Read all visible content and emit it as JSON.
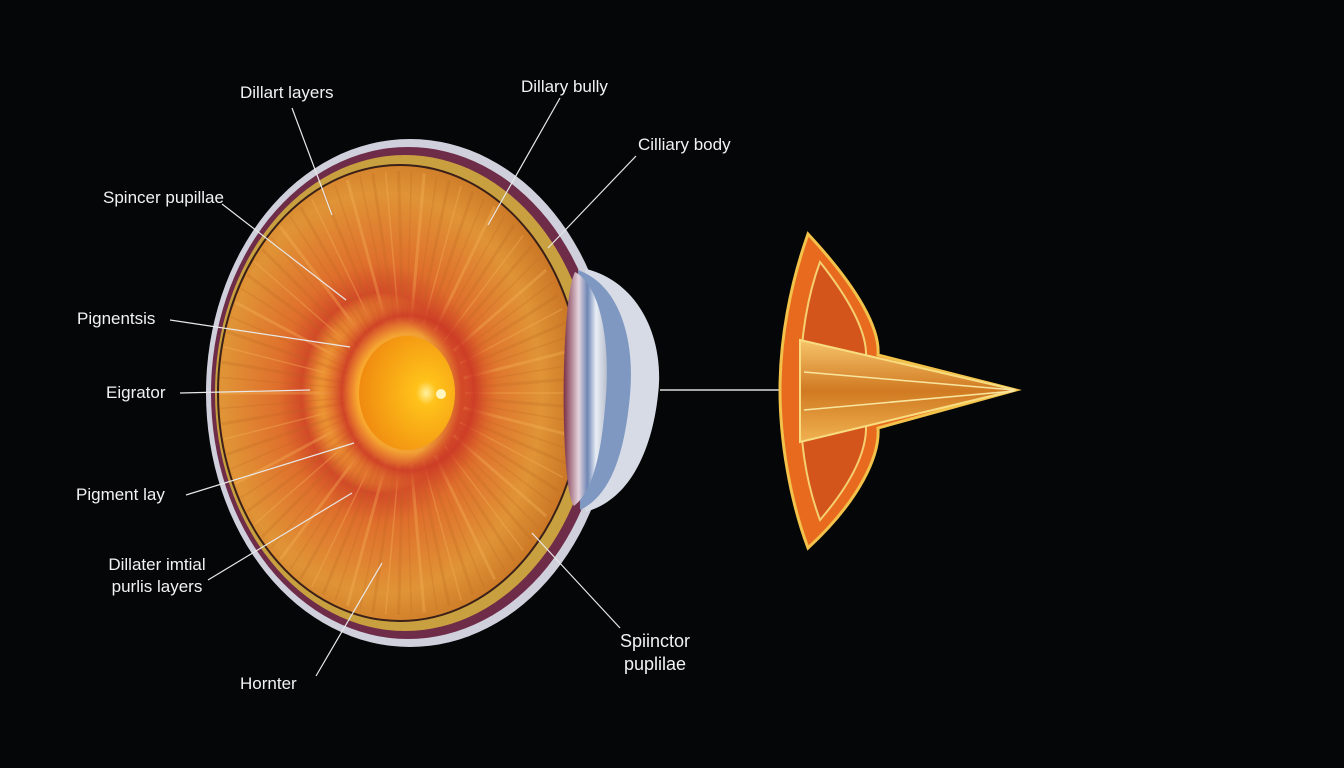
{
  "labels": {
    "dillart_layers": "Dillart layers",
    "dillary_bully": "Dillary bully",
    "ciliary_body": "Cilliary body",
    "spincer_pupillae": "Spincer pupillae",
    "pignentsis": "Pignentsis",
    "eigrator": "Eigrator",
    "pigment_lay": "Pigment lay",
    "dillater_line1": "Dillater imtial",
    "dillater_line2": "purlis layers",
    "hornter": "Hornter",
    "sphincter_line1": "Spiinctor",
    "sphincter_line2": "puplilae"
  },
  "colors": {
    "background": "#050608",
    "iris_orange": "#d98a2e",
    "iris_red_ring": "#c9402a",
    "pupil_yellow": "#ffb21e",
    "sclera": "#d8d8e4",
    "cornea_blue": "#8ea6c8",
    "leader_line": "#e8e8e8"
  }
}
